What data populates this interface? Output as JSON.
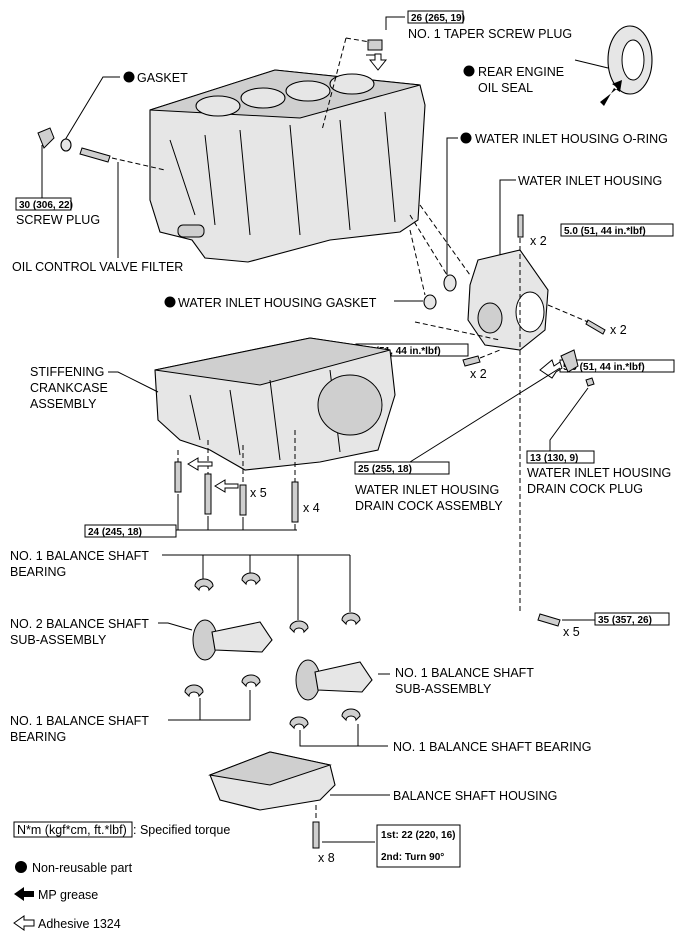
{
  "labels": {
    "taper_plug": "NO. 1 TAPER SCREW PLUG",
    "gasket": "GASKET",
    "rear_seal_1": "REAR ENGINE",
    "rear_seal_2": "OIL SEAL",
    "wih_oring": "WATER INLET HOUSING O-RING",
    "wih": "WATER INLET HOUSING",
    "screw_plug": "SCREW PLUG",
    "ocv_filter": "OIL CONTROL VALVE FILTER",
    "wih_gasket": "WATER INLET HOUSING GASKET",
    "stiff_1": "STIFFENING",
    "stiff_2": "CRANKCASE",
    "stiff_3": "ASSEMBLY",
    "drain_cock_1": "WATER INLET HOUSING",
    "drain_cock_2": "DRAIN COCK ASSEMBLY",
    "drain_plug_1": "WATER INLET HOUSING",
    "drain_plug_2": "DRAIN COCK PLUG",
    "bearing_a_1": "NO. 1 BALANCE SHAFT",
    "bearing_a_2": "BEARING",
    "no2_shaft_1": "NO. 2 BALANCE SHAFT",
    "no2_shaft_2": "SUB-ASSEMBLY",
    "no1_shaft_1": "NO. 1 BALANCE SHAFT",
    "no1_shaft_2": "SUB-ASSEMBLY",
    "bearing_b_1": "NO. 1 BALANCE SHAFT",
    "bearing_b_2": "BEARING",
    "bearing_c": "NO. 1 BALANCE SHAFT BEARING",
    "housing": "BALANCE SHAFT HOUSING"
  },
  "torques": {
    "taper_plug": "26 (265, 19)",
    "screw_plug": "30 (306, 22)",
    "wih_bolt_top": "5.0 (51, 44 in.*lbf)",
    "wih_bolt_left": "5.0 (51, 44 in.*lbf)",
    "wih_bolt_right": "5.0 (51, 44 in.*lbf)",
    "drain_plug": "13 (130, 9)",
    "drain_cock": "25 (255, 18)",
    "crankcase": "24 (245, 18)",
    "housing_bolt": "35 (357, 26)",
    "balance_1st": "1st: 22 (220, 16)",
    "balance_2nd": "2nd: Turn 90°"
  },
  "quantities": {
    "wih_top": "x 2",
    "wih_right": "x 2",
    "wih_left": "x 2",
    "crank_a": "x 5",
    "crank_b": "x 4",
    "housing": "x 5",
    "balance": "x 8"
  },
  "legend": {
    "torque_unit": "N*m (kgf*cm, ft.*lbf)",
    "torque_text": ": Specified torque",
    "non_reusable": "Non-reusable part",
    "mp_grease": "MP grease",
    "adhesive": "Adhesive 1324"
  }
}
